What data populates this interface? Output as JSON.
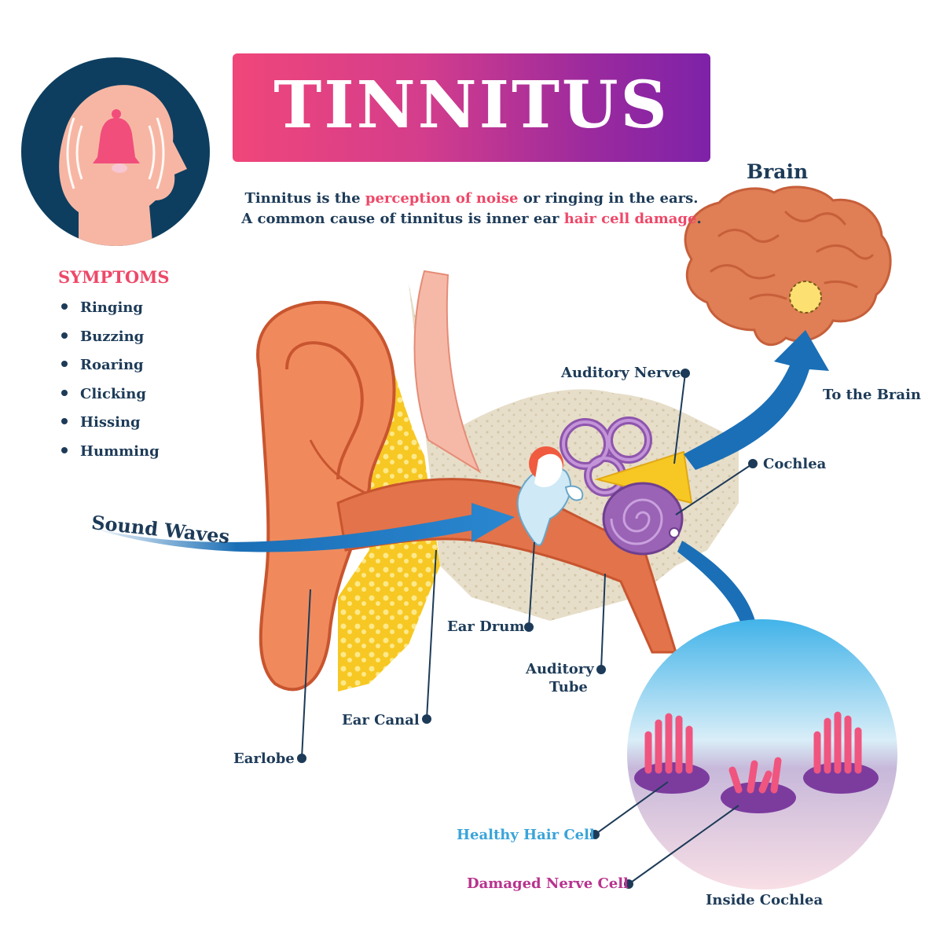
{
  "title": "TINNITUS",
  "intro": {
    "line1_a": "Tinnitus is the ",
    "line1_hl": "perception of noise",
    "line1_b": " or ringing in the ears.",
    "line2_a": "A common cause of tinnitus is inner ear ",
    "line2_hl": "hair cell damage",
    "line2_b": "."
  },
  "symptoms": {
    "heading": "SYMPTOMS",
    "items": [
      "Ringing",
      "Buzzing",
      "Roaring",
      "Clicking",
      "Hissing",
      "Humming"
    ]
  },
  "labels": {
    "brain": "Brain",
    "to_brain": "To the Brain",
    "auditory_nerve": "Auditory Nerve",
    "cochlea": "Cochlea",
    "sound_waves": "Sound Waves",
    "ear_drum": "Ear Drum",
    "auditory_tube_1": "Auditory",
    "auditory_tube_2": "Tube",
    "ear_canal": "Ear Canal",
    "earlobe": "Earlobe",
    "healthy_hair_cell": "Healthy Hair Cell",
    "damaged_nerve_cell": "Damaged Nerve Cell",
    "inside_cochlea": "Inside Cochlea"
  },
  "colors": {
    "navy": "#1d3b58",
    "pink_accent": "#ee4868",
    "blue_arrow": "#1b6fb6",
    "ear_skin": "#f08a5d",
    "bone": "#e5dcc6",
    "cochlea_purple": "#9a63b5",
    "brain": "#e07e55"
  }
}
